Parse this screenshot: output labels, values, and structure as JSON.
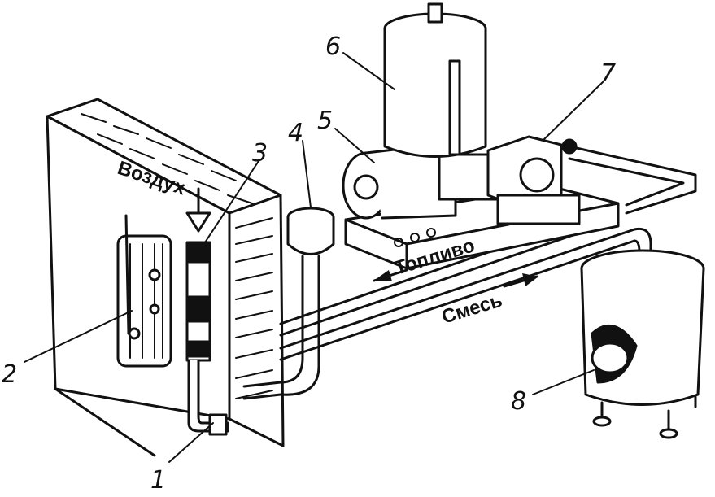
{
  "labels": {
    "air": "Воздух",
    "fuel": "Топливо",
    "mixture": "Смесь"
  },
  "callouts": {
    "n1": "1",
    "n2": "2",
    "n3": "3",
    "n4": "4",
    "n5": "5",
    "n6": "6",
    "n7": "7",
    "n8": "8"
  }
}
